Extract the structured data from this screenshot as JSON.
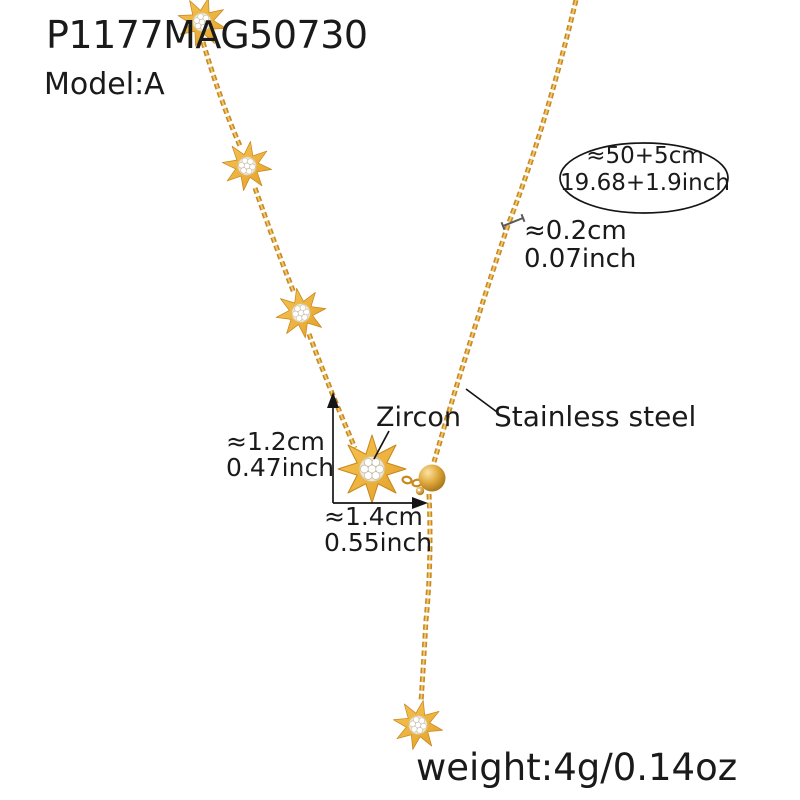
{
  "header": {
    "product_code": "P1177MAG50730",
    "model": "Model:A"
  },
  "annotations": {
    "chain_length": {
      "metric": "≈50+5cm",
      "imperial": "19.68+1.9inch"
    },
    "chain_thickness": {
      "metric": "≈0.2cm",
      "imperial": "0.07inch"
    },
    "pendant_height": {
      "metric": "≈1.2cm",
      "imperial": "0.47inch"
    },
    "pendant_width": {
      "metric": "≈1.4cm",
      "imperial": "0.55inch"
    },
    "stone_material": "Zircon",
    "chain_material": "Stainless steel"
  },
  "footer": {
    "weight": "weight:4g/0.14oz"
  },
  "colors": {
    "text": "#1a1a1a",
    "line": "#151515",
    "gold": "#EDB23E",
    "gold_dark": "#C8861B",
    "gold_light": "#F5C453",
    "chain": "#C8891F",
    "chain_light": "#F0C673",
    "zircon_base": "#EFE7D4",
    "stone_stroke": "#C2B8A0"
  }
}
